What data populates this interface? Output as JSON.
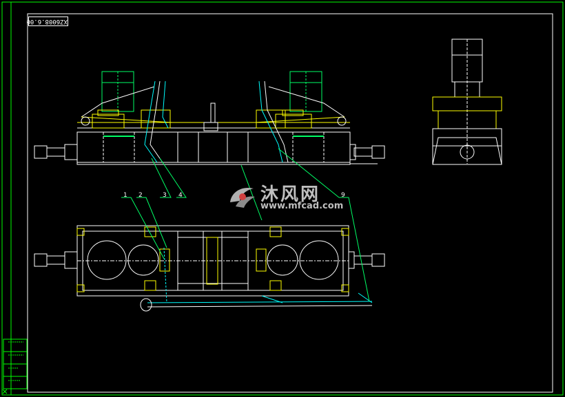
{
  "title_block": {
    "drawing_number": "XZ6008.6.00"
  },
  "callouts": [
    "1",
    "2",
    "3",
    "4",
    "9"
  ],
  "watermark": {
    "brand_text": "沐风网",
    "url_text": "www.mfcad.com",
    "logo_icon": "mfcad-logo-icon"
  },
  "colors": {
    "background": "#000000",
    "border": "#00ff00",
    "outline": "#ffff00",
    "frame": "#ffffff",
    "motor": "#00ff66",
    "cable": "#00ffff"
  }
}
